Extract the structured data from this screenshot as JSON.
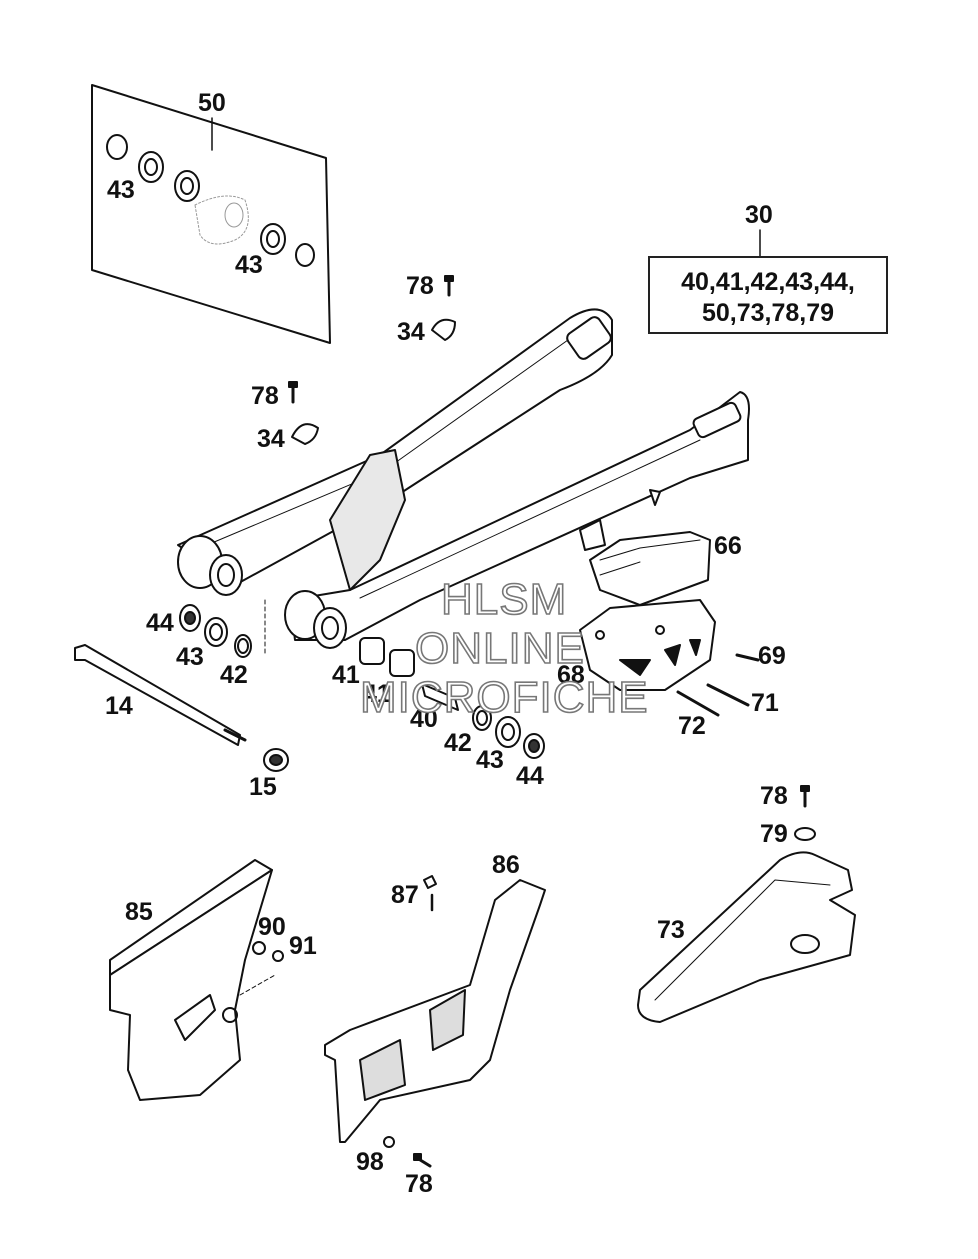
{
  "callouts": {
    "c50": "50",
    "c43a": "43",
    "c43b": "43",
    "c30": "30",
    "c78a": "78",
    "c34a": "34",
    "c78b": "78",
    "c34b": "34",
    "c66": "66",
    "c44a": "44",
    "c43c": "43",
    "c42a": "42",
    "c41a": "41",
    "c41b": "41",
    "c40": "40",
    "c68": "68",
    "c69": "69",
    "c71": "71",
    "c72": "72",
    "c14": "14",
    "c15": "15",
    "c42b": "42",
    "c43d": "43",
    "c44b": "44",
    "c78c": "78",
    "c79": "79",
    "c87": "87",
    "c86": "86",
    "c85": "85",
    "c90": "90",
    "c91": "91",
    "c73": "73",
    "c98": "98",
    "c78d": "78"
  },
  "kit": {
    "line1": "40,41,42,43,44,",
    "line2": "50,73,78,79"
  },
  "watermark": {
    "line1": "HLSM",
    "line2": "ONLINE",
    "line3": "MICROFICHE"
  },
  "colors": {
    "ink": "#111111",
    "part_fill": "#ffffff",
    "shade": "#d9d9d9",
    "watermark_outline": "#777777"
  }
}
